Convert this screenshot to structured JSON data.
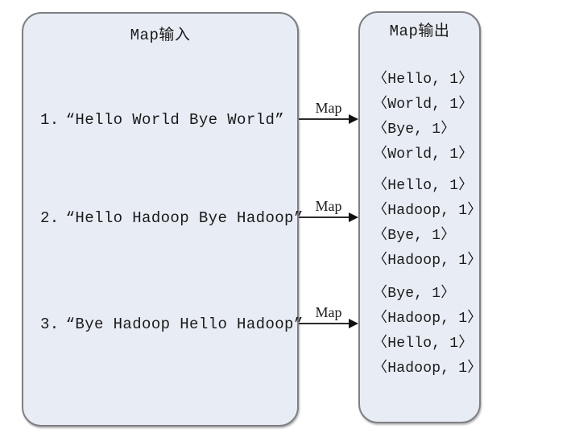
{
  "diagram": {
    "input_box": {
      "title": "Map输入",
      "lines": [
        {
          "num": "1.",
          "text": "“Hello World Bye World”"
        },
        {
          "num": "2.",
          "text": "“Hello Hadoop Bye Hadoop”"
        },
        {
          "num": "3.",
          "text": "“Bye Hadoop Hello Hadoop”"
        }
      ]
    },
    "output_box": {
      "title": "Map输出",
      "groups": [
        {
          "pairs": [
            "〈Hello, 1〉",
            "〈World, 1〉",
            "〈Bye, 1〉",
            "〈World, 1〉"
          ]
        },
        {
          "pairs": [
            "〈Hello, 1〉",
            "〈Hadoop, 1〉",
            "〈Bye, 1〉",
            "〈Hadoop, 1〉"
          ]
        },
        {
          "pairs": [
            "〈Bye, 1〉",
            "〈Hadoop, 1〉",
            "〈Hello, 1〉",
            "〈Hadoop, 1〉"
          ]
        }
      ]
    },
    "arrows": [
      {
        "label": "Map"
      },
      {
        "label": "Map"
      },
      {
        "label": "Map"
      }
    ],
    "colors": {
      "box_fill": "#e8ecf4",
      "box_border": "#7f7f84",
      "text": "#1a1a1a",
      "arrow": "#2b2b2b",
      "page_background": "#ffffff"
    }
  }
}
